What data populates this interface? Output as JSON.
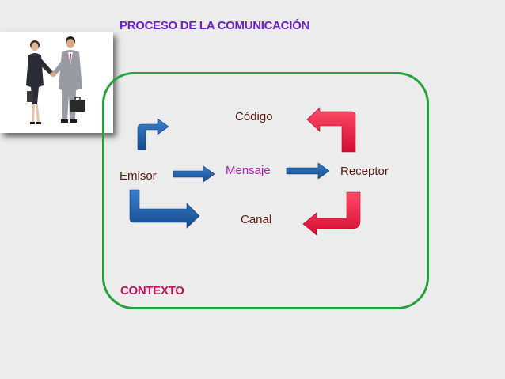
{
  "title": "PROCESO DE LA COMUNICACIÓN",
  "labels": {
    "codigo": "Código",
    "emisor": "Emisor",
    "mensaje": "Mensaje",
    "receptor": "Receptor",
    "canal": "Canal",
    "contexto": "CONTEXTO"
  },
  "image": "two businesspeople shaking hands",
  "colors": {
    "title": "#6a21c9",
    "context": "#c4145a",
    "frame": "#22a23a",
    "blue_arrow": "#1f5fa8",
    "red_arrow": "#e8173c",
    "mensaje": "#b020b8",
    "dark_label": "#5a1a10"
  }
}
